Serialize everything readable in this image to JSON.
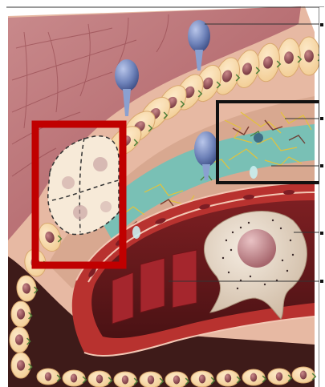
{
  "figure": {
    "kind": "anatomical illustration with leader lines and empty label slots",
    "colors": {
      "background": "#ffffff",
      "epithelium_cell": "#f6d7a6",
      "nucleus": "#8d4a4f",
      "goblet_cell": "#6e82b9",
      "lamina_matrix": "#6fc2b9",
      "collagen_fibres": "#e3c23c",
      "capillary_wall": "#b8322f",
      "blood_cell": "#a5262d",
      "mast_cell": "#e6d8c6",
      "tissue_dark": "#4a2320",
      "highlight_red": "#c00000",
      "highlight_black": "#111111",
      "leader_line": "#333333"
    },
    "highlights": [
      {
        "name": "epithelial-cell-group",
        "color": "red"
      },
      {
        "name": "connective-tissue-region",
        "color": "black"
      }
    ],
    "leader_lines": [
      {
        "name": "goblet-cell"
      },
      {
        "name": "collagen-fibres"
      },
      {
        "name": "lamina-propria"
      },
      {
        "name": "mast-cell"
      },
      {
        "name": "blood-vessel-lumen"
      }
    ]
  }
}
